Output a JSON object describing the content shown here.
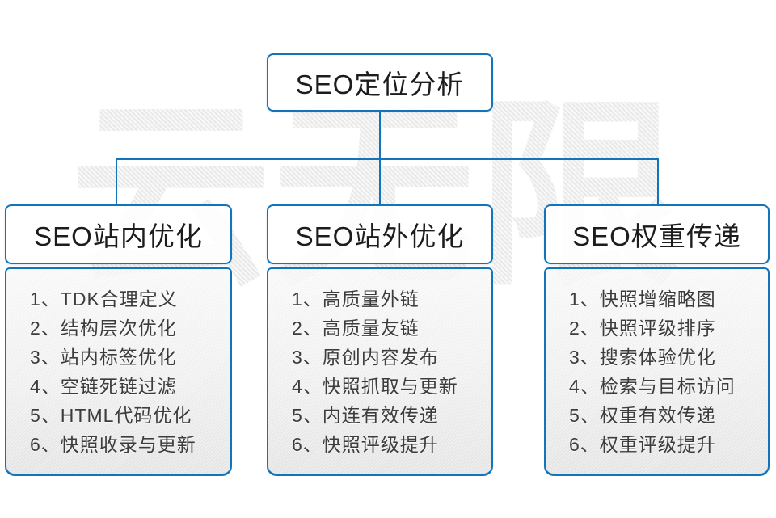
{
  "watermark": "云无限",
  "colors": {
    "accent_blue": "#1474ba",
    "heading_text": "#1c1c1c",
    "item_text": "#3c3c3c",
    "watermark_gray": "#e9e9e9",
    "panel_bg_top": "#fbfbfb",
    "panel_bg_bottom": "#e4e4e4"
  },
  "root": {
    "title": "SEO定位分析"
  },
  "columns": [
    {
      "title": "SEO站内优化",
      "items": [
        "1、TDK合理定义",
        "2、结构层次优化",
        "3、站内标签优化",
        "4、空链死链过滤",
        "5、HTML代码优化",
        "6、快照收录与更新"
      ]
    },
    {
      "title": "SEO站外优化",
      "items": [
        "1、高质量外链",
        "2、高质量友链",
        "3、原创内容发布",
        "4、快照抓取与更新",
        "5、内连有效传递",
        "6、快照评级提升"
      ]
    },
    {
      "title": "SEO权重传递",
      "items": [
        "1、快照增缩略图",
        "2、快照评级排序",
        "3、搜索体验优化",
        "4、检索与目标访问",
        "5、权重有效传递",
        "6、权重评级提升"
      ]
    }
  ]
}
